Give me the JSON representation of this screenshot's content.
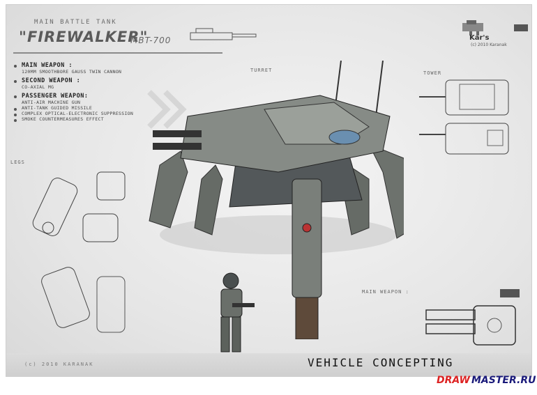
{
  "header": {
    "subtitle": "MAIN BATTLE TANK",
    "title": "\"FIREWALKER\"",
    "model": "MBT-700"
  },
  "brand": {
    "name": "Kar's",
    "sub": "(c) 2010 Karanak"
  },
  "specs": [
    {
      "heading": "MAIN WEAPON :",
      "text": "120MM SMOOTHBORE GAUSS TWIN CANNON"
    },
    {
      "heading": "SECOND WEAPON :",
      "text": "CO-AXIAL MG"
    },
    {
      "heading": "PASSENGER WEAPON:",
      "text": "ANTI-AIR MACHINE GUN"
    },
    {
      "heading": "",
      "text": "ANTI-TANK GUIDED MISSILE"
    },
    {
      "heading": "",
      "text": "COMPLEX OPTICAL-ELECTRONIC SUPPRESSION"
    },
    {
      "heading": "",
      "text": "SMOKE COUNTERMEASURES EFFECT"
    }
  ],
  "labels": {
    "turret": "TURRET",
    "tower": "TOWER",
    "legs": "LEGS",
    "main_weapon": "MAIN WEAPON :"
  },
  "footer": {
    "copyright": "(c) 2010 KARANAK",
    "banner": "VEHICLE CONCEPTING"
  },
  "watermark": {
    "part1": "DRAW",
    "part2": "MASTER.RU"
  },
  "colors": {
    "accent_red": "#dd2222",
    "accent_navy": "#1a1a7a",
    "metal": "#6f746f"
  }
}
